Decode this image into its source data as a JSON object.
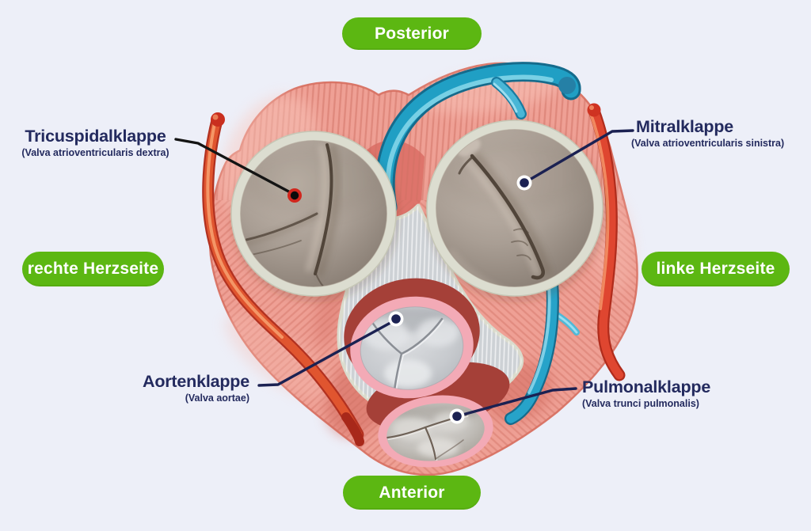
{
  "theme": {
    "background": "#edeff8",
    "pill_bg": "#5cb712",
    "pill_text": "#ffffff",
    "label_color": "#232a5e",
    "leader_line_navy": "#1b2152",
    "leader_line_black": "#141414"
  },
  "orientation_pills": {
    "top": {
      "label": "Posterior"
    },
    "bottom": {
      "label": "Anterior"
    },
    "left": {
      "label": "rechte Herzseite"
    },
    "right": {
      "label": "linke Herzseite"
    }
  },
  "valves": {
    "tricuspid": {
      "name": "Tricuspidalklappe",
      "latin": "(Valva atrioventricularis dextra)"
    },
    "mitral": {
      "name": "Mitralklappe",
      "latin": "(Valva atrioventricularis sinistra)"
    },
    "aortic": {
      "name": "Aortenklappe",
      "latin": "(Valva aortae)"
    },
    "pulmonary": {
      "name": "Pulmonalklappe",
      "latin": "(Valva trunci pulmonalis)"
    }
  },
  "illustration": {
    "subject": "heart-valve-plane-superior-view",
    "colors": {
      "myocardium": "#efa095",
      "myocardium_stripe": "#cf7063",
      "fibrous_skeleton": "#cdd1d5",
      "annulus_ring": "#dcddd0",
      "valve_leaflet": "#a99e94",
      "valve_ring_pink": "#f3aab6",
      "dark_red_muscle": "#a54038",
      "vessel_red": "#df4630",
      "vessel_blue": "#209fc4"
    }
  }
}
